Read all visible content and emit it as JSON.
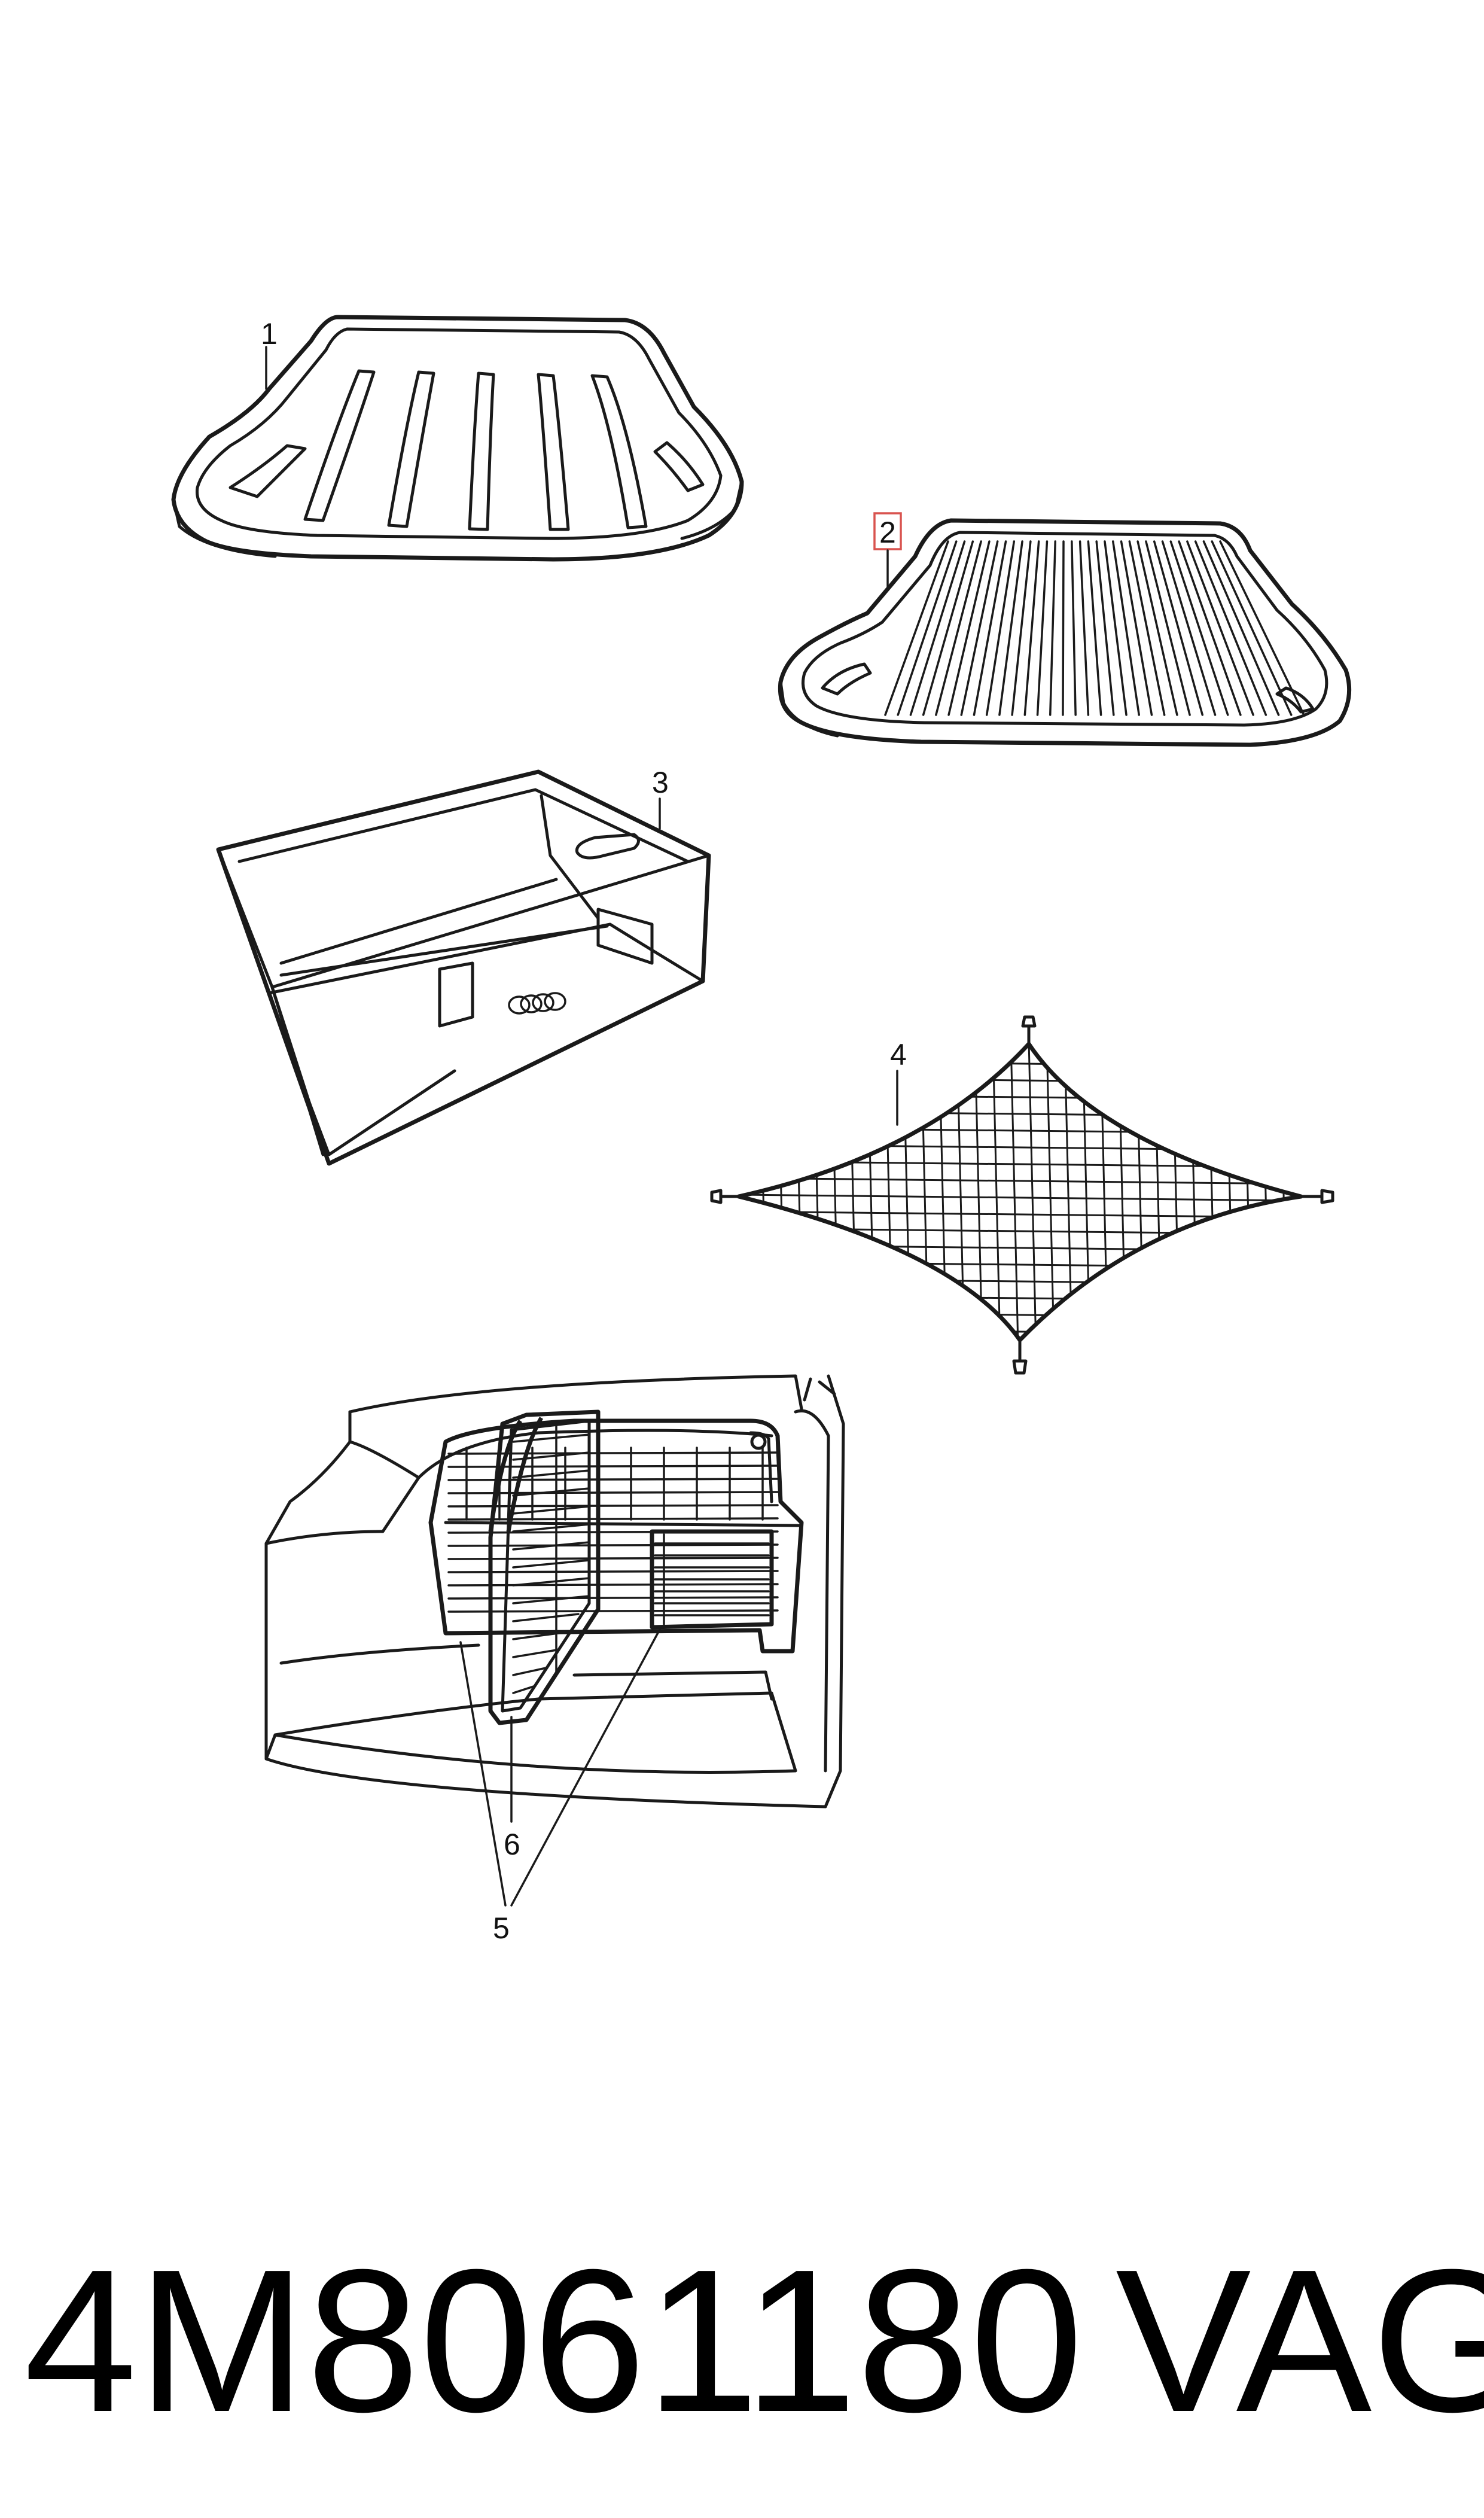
{
  "callouts": {
    "c1": "1",
    "c2": "2",
    "c3": "3",
    "c4": "4",
    "c5": "5",
    "c6": "6"
  },
  "highlighted_callout": "2",
  "highlight_color": "#d9534f",
  "footer": {
    "part_number": "4M8061180",
    "brand": "VAG"
  }
}
